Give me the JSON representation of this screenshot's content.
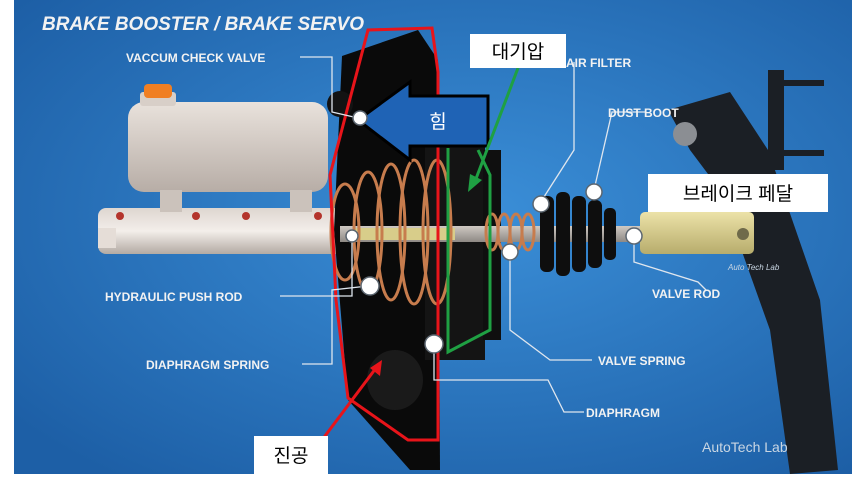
{
  "diagram": {
    "title": "BRAKE BOOSTER / BRAKE SERVO",
    "watermark_main": "AutoTech Lab",
    "watermark_small": "Auto Tech Lab",
    "labels": {
      "vacuum_check_valve": "VACCUM CHECK VALVE",
      "air_filter": "AIR FILTER",
      "dust_boot": "DUST BOOT",
      "valve_rod": "VALVE ROD",
      "hydraulic_push_rod": "HYDRAULIC PUSH ROD",
      "diaphragm_spring": "DIAPHRAGM SPRING",
      "valve_spring": "VALVE SPRING",
      "diaphragm": "DIAPHRAGM"
    },
    "annotations": {
      "atmospheric_pressure": "대기압",
      "force": "힘",
      "brake_pedal": "브레이크 페달",
      "vacuum": "진공"
    },
    "colors": {
      "background": "#2a79c4",
      "vacuum_outline": "#e8141a",
      "atmosphere_outline": "#1fa043",
      "force_arrow": "#1f63b5"
    }
  }
}
